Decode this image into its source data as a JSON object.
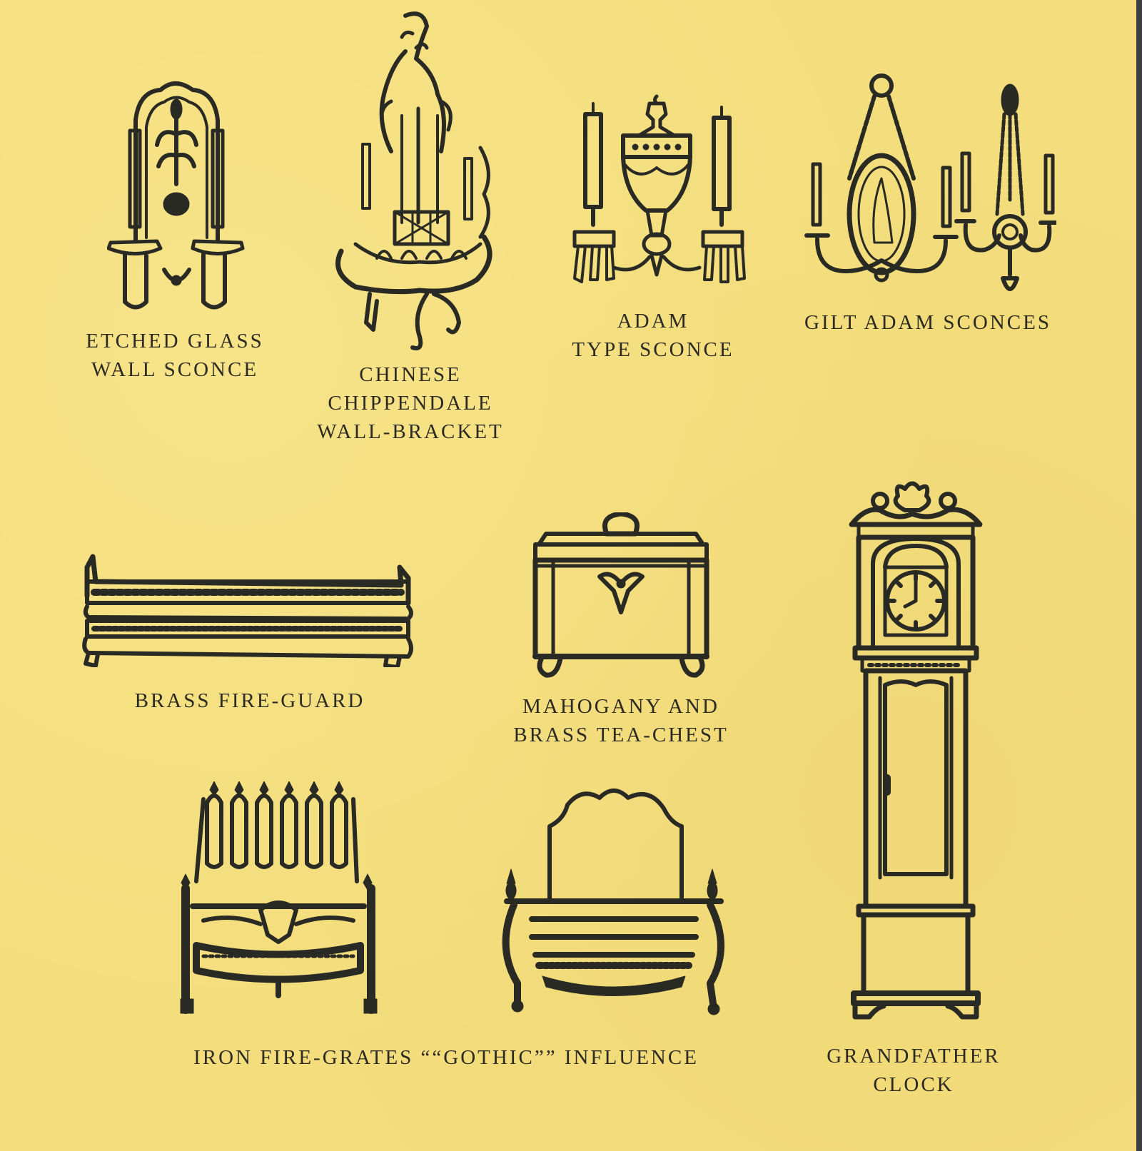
{
  "page": {
    "background_color": "#f3dd7c",
    "ink_color": "#2a2a24",
    "edge_color": "#3a3d42"
  },
  "items": [
    {
      "id": "etched-glass-wall-sconce",
      "icon": "wall-sconce-icon",
      "caption_lines": [
        "ETCHED GLASS",
        "WALL SCONCE"
      ]
    },
    {
      "id": "chinese-chippendale-wall-bracket",
      "icon": "wall-bracket-icon",
      "caption_lines": [
        "CHINESE",
        "CHIPPENDALE",
        "WALL-BRACKET"
      ]
    },
    {
      "id": "adam-type-sconce",
      "icon": "urn-sconce-icon",
      "caption_lines": [
        "ADAM",
        "TYPE SCONCE"
      ]
    },
    {
      "id": "gilt-adam-sconces",
      "icon": "gilt-sconces-icon",
      "caption_lines": [
        "GILT ADAM SCONCES"
      ]
    },
    {
      "id": "brass-fire-guard",
      "icon": "fire-guard-icon",
      "caption_lines": [
        "BRASS FIRE-GUARD"
      ]
    },
    {
      "id": "mahogany-brass-tea-chest",
      "icon": "tea-chest-icon",
      "caption_lines": [
        "MAHOGANY AND",
        "BRASS TEA-CHEST"
      ]
    },
    {
      "id": "grandfather-clock",
      "icon": "grandfather-clock-icon",
      "caption_lines": [
        "GRANDFATHER",
        "CLOCK"
      ]
    },
    {
      "id": "iron-fire-grates",
      "icon": "fire-grate-icon",
      "caption_lines": [
        "IRON FIRE-GRATES ““GOTHIC”” INFLUENCE"
      ]
    }
  ]
}
